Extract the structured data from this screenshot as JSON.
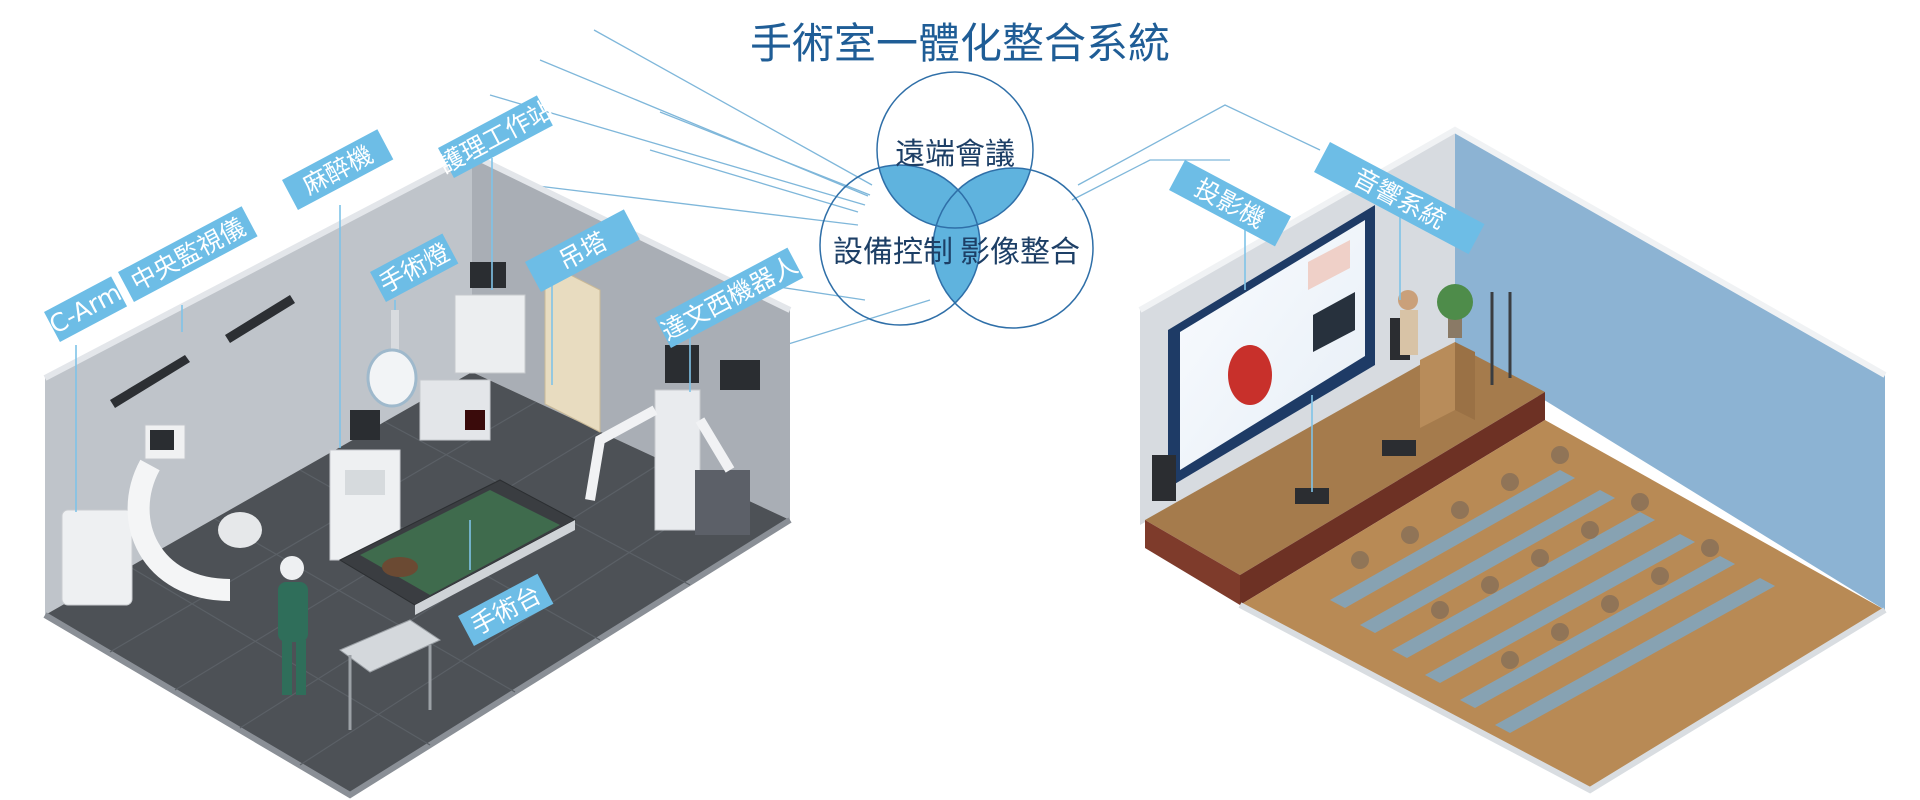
{
  "diagram": {
    "title": "手術室一體化整合系統",
    "venn": {
      "top": "遠端會議",
      "left": "設備控制",
      "right": "影像整合"
    },
    "or_labels": {
      "c_arm": "C-Arm",
      "central_monitor": "中央監視儀",
      "anesthesia": "麻醉機",
      "nursing_station": "護理工作站",
      "surgical_light": "手術燈",
      "pendant": "吊塔",
      "da_vinci": "達文西機器人",
      "operating_table": "手術台"
    },
    "hall_labels": {
      "projector": "投影機",
      "audio_system": "音響系統"
    },
    "colors": {
      "title": "#1f5d96",
      "tag": "#6dbde6",
      "venn_stroke": "#2f6fa8",
      "venn_overlap": "#5fb3de",
      "or_floor": "#4d5156",
      "hall_floor": "#b88a55",
      "hall_wall": "#8cb3d3"
    }
  }
}
